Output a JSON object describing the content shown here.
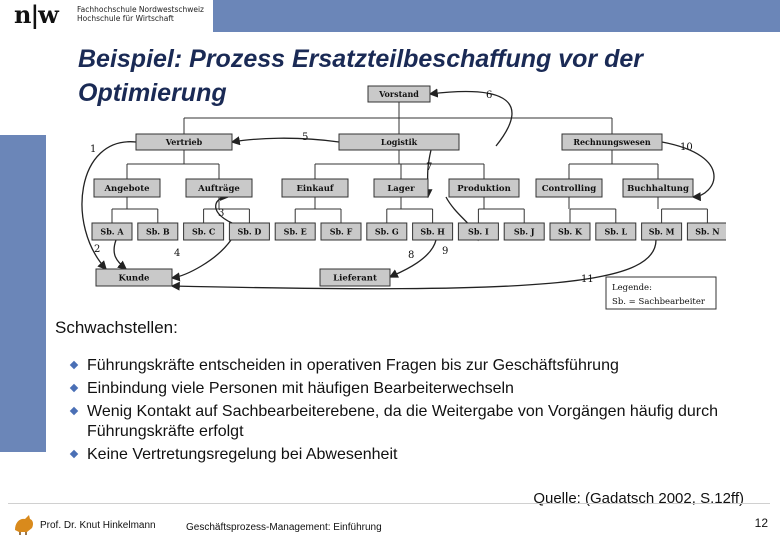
{
  "logo": {
    "mark": "n|w",
    "line1": "Fachhochschule Nordwestschweiz",
    "line2": "Hochschule für Wirtschaft"
  },
  "title": "Beispiel: Prozess Ersatzteilbeschaffung vor der Optimierung",
  "diagram": {
    "top": "Vorstand",
    "level1": [
      "Vertrieb",
      "Logistik",
      "Rechnungswesen"
    ],
    "level2": [
      "Angebote",
      "Aufträge",
      "Einkauf",
      "Lager",
      "Produktion",
      "Controlling",
      "Buchhaltung"
    ],
    "clerks": [
      "Sb. A",
      "Sb. B",
      "Sb. C",
      "Sb. D",
      "Sb. E",
      "Sb. F",
      "Sb. G",
      "Sb. H",
      "Sb. I",
      "Sb. J",
      "Sb. K",
      "Sb. L",
      "Sb. M",
      "Sb. N"
    ],
    "customer": "Kunde",
    "supplier": "Lieferant",
    "legend_title": "Legende:",
    "legend_entry": "Sb. = Sachbearbeiter",
    "steps": [
      "1",
      "2",
      "3",
      "4",
      "5",
      "6",
      "7",
      "8",
      "9",
      "10",
      "11"
    ]
  },
  "weaknesses": {
    "heading": "Schwachstellen:",
    "items": [
      "Führungskräfte entscheiden in operativen Fragen bis zur Geschäftsführung",
      "Einbindung viele Personen mit häufigen Bearbeiterwechseln",
      "Wenig Kontakt auf Sachbearbeiterebene, da die Weitergabe von Vorgängen häufig durch Führungskräfte erfolgt",
      "Keine Vertretungsregelung bei Abwesenheit"
    ]
  },
  "source": "Quelle: (Gadatsch 2002, S.12ff)",
  "footer": {
    "author": "Prof. Dr. Knut Hinkelmann",
    "course": "Geschäftsprozess-Management: Einführung",
    "page": "12"
  },
  "colors": {
    "accent_band": "#6b86b8",
    "title": "#1a2a55",
    "bullet": "#4a6fb5",
    "box_fill": "#c9c9c9"
  }
}
